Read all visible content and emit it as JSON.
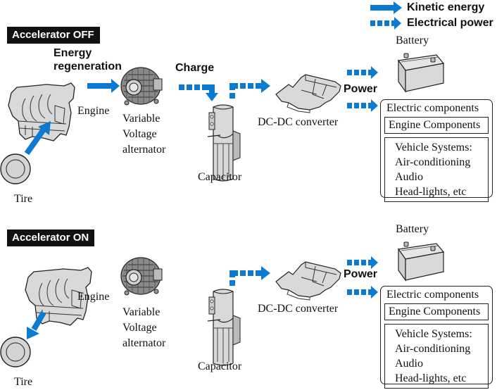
{
  "legend": {
    "kinetic": "Kinetic energy",
    "electrical": "Electrical power"
  },
  "colors": {
    "arrow": "#0a7bd0",
    "part_fill": "#d9d9d9",
    "outline": "#222222",
    "badge_bg": "#111111",
    "badge_text": "#ffffff"
  },
  "panels": [
    {
      "badge": "Accelerator OFF",
      "energy_regeneration": [
        "Energy",
        "regeneration"
      ],
      "charge": "Charge",
      "engine": "Engine",
      "tire": "Tire",
      "alternator": [
        "Variable",
        "Voltage",
        "alternator"
      ],
      "capacitor": "Capacitor",
      "dcdc": "DC-DC converter",
      "power": "Power",
      "battery": "Battery",
      "electric_components": {
        "title": "Electric components",
        "engine_components": "Engine Components",
        "vehicle_systems": [
          "Vehicle Systems:",
          "Air-conditioning",
          "Audio",
          "Head-lights, etc"
        ]
      }
    },
    {
      "badge": "Accelerator ON",
      "engine": "Engine",
      "tire": "Tire",
      "alternator": [
        "Variable",
        "Voltage",
        "alternator"
      ],
      "capacitor": "Capacitor",
      "dcdc": "DC-DC converter",
      "power": "Power",
      "battery": "Battery",
      "electric_components": {
        "title": "Electric components",
        "engine_components": "Engine Components",
        "vehicle_systems": [
          "Vehicle Systems:",
          "Air-conditioning",
          "Audio",
          "Head-lights, etc"
        ]
      }
    }
  ]
}
